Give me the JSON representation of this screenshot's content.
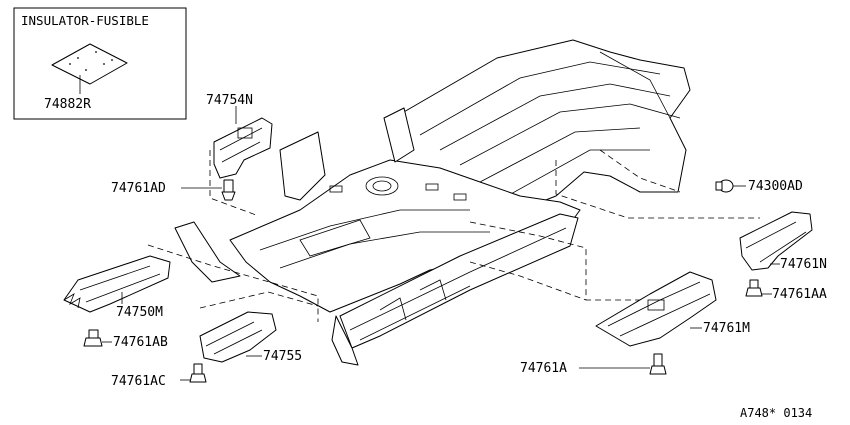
{
  "inset": {
    "title": "INSULATOR-FUSIBLE",
    "part": "74882R"
  },
  "parts": {
    "p74754N": "74754N",
    "p74761AD": "74761AD",
    "p74300AD": "74300AD",
    "p74761N": "74761N",
    "p74761AA": "74761AA",
    "p74750M": "74750M",
    "p74761M": "74761M",
    "p74761AB": "74761AB",
    "p74755": "74755",
    "p74761AC": "74761AC",
    "p74761A": "74761A"
  },
  "reference": "A748* 0134"
}
